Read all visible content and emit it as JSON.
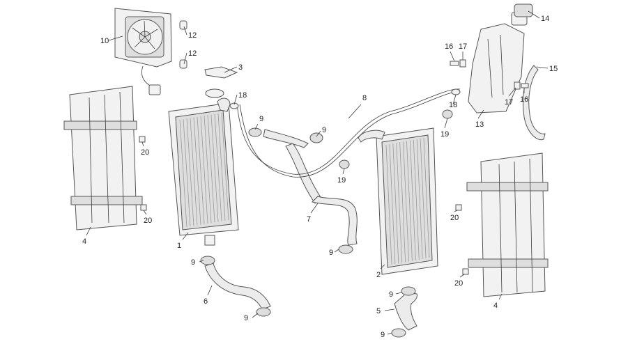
{
  "diagram": {
    "callouts": [
      {
        "id": "c10a",
        "text": "10"
      },
      {
        "id": "c12a",
        "text": "12"
      },
      {
        "id": "c12b",
        "text": "12"
      },
      {
        "id": "c3",
        "text": "3"
      },
      {
        "id": "c18a",
        "text": "18"
      },
      {
        "id": "c9a",
        "text": "9"
      },
      {
        "id": "c9b",
        "text": "9"
      },
      {
        "id": "c8",
        "text": "8"
      },
      {
        "id": "c14",
        "text": "14"
      },
      {
        "id": "c16a",
        "text": "16"
      },
      {
        "id": "c17a",
        "text": "17"
      },
      {
        "id": "c15",
        "text": "15"
      },
      {
        "id": "c18b",
        "text": "18"
      },
      {
        "id": "c19a",
        "text": "19"
      },
      {
        "id": "c13",
        "text": "13"
      },
      {
        "id": "c17b",
        "text": "17"
      },
      {
        "id": "c16b",
        "text": "16"
      },
      {
        "id": "c20a",
        "text": "20"
      },
      {
        "id": "c20b",
        "text": "20"
      },
      {
        "id": "c19b",
        "text": "19"
      },
      {
        "id": "c4a",
        "text": "4"
      },
      {
        "id": "c1",
        "text": "1"
      },
      {
        "id": "c7",
        "text": "7"
      },
      {
        "id": "c9c",
        "text": "9"
      },
      {
        "id": "c9d",
        "text": "9"
      },
      {
        "id": "c6",
        "text": "6"
      },
      {
        "id": "c9e",
        "text": "9"
      },
      {
        "id": "c2",
        "text": "2"
      },
      {
        "id": "c9f",
        "text": "9"
      },
      {
        "id": "c5",
        "text": "5"
      },
      {
        "id": "c9g",
        "text": "9"
      },
      {
        "id": "c20c",
        "text": "20"
      },
      {
        "id": "c20d",
        "text": "20"
      },
      {
        "id": "c4b",
        "text": "4"
      }
    ]
  }
}
